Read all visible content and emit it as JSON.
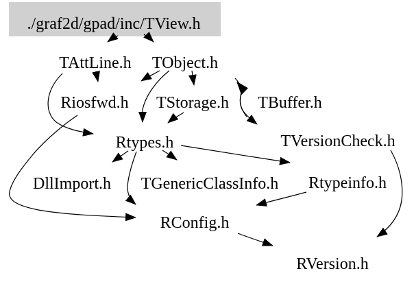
{
  "diagram": {
    "type": "include-dependency-graph",
    "background_color": "#ffffff",
    "edge_color": "#000000",
    "text_color": "#000000",
    "current_node_fill": "#d0d0d0",
    "nodes": {
      "tview": {
        "label": "./graf2d/gpad/inc/TView.h",
        "highlighted": true
      },
      "tattline": {
        "label": "TAttLine.h"
      },
      "tobject": {
        "label": "TObject.h"
      },
      "riosfwd": {
        "label": "Riosfwd.h"
      },
      "tstorage": {
        "label": "TStorage.h"
      },
      "tbuffer": {
        "label": "TBuffer.h"
      },
      "rtypes": {
        "label": "Rtypes.h"
      },
      "tversioncheck": {
        "label": "TVersionCheck.h"
      },
      "dllimport": {
        "label": "DllImport.h"
      },
      "tgenericclassinfo": {
        "label": "TGenericClassInfo.h"
      },
      "rtypeinfo": {
        "label": "Rtypeinfo.h"
      },
      "rconfig": {
        "label": "RConfig.h"
      },
      "rversion": {
        "label": "RVersion.h"
      }
    },
    "edges": [
      {
        "from": "TView.h",
        "to": "TAttLine.h"
      },
      {
        "from": "TView.h",
        "to": "TObject.h"
      },
      {
        "from": "TAttLine.h",
        "to": "Riosfwd.h"
      },
      {
        "from": "TAttLine.h",
        "to": "Rtypes.h"
      },
      {
        "from": "TObject.h",
        "to": "Riosfwd.h"
      },
      {
        "from": "TObject.h",
        "to": "TStorage.h"
      },
      {
        "from": "TObject.h",
        "to": "Rtypes.h"
      },
      {
        "from": "TObject.h",
        "to": "TVersionCheck.h"
      },
      {
        "from": "TBuffer.h",
        "to": "TObject.h"
      },
      {
        "from": "TStorage.h",
        "to": "Rtypes.h"
      },
      {
        "from": "Riosfwd.h",
        "to": "RConfig.h"
      },
      {
        "from": "Rtypes.h",
        "to": "DllImport.h"
      },
      {
        "from": "Rtypes.h",
        "to": "TGenericClassInfo.h"
      },
      {
        "from": "Rtypes.h",
        "to": "Rtypeinfo.h"
      },
      {
        "from": "Rtypes.h",
        "to": "RConfig.h"
      },
      {
        "from": "Rtypeinfo.h",
        "to": "RConfig.h"
      },
      {
        "from": "RConfig.h",
        "to": "RVersion.h"
      },
      {
        "from": "TVersionCheck.h",
        "to": "RVersion.h"
      }
    ]
  }
}
